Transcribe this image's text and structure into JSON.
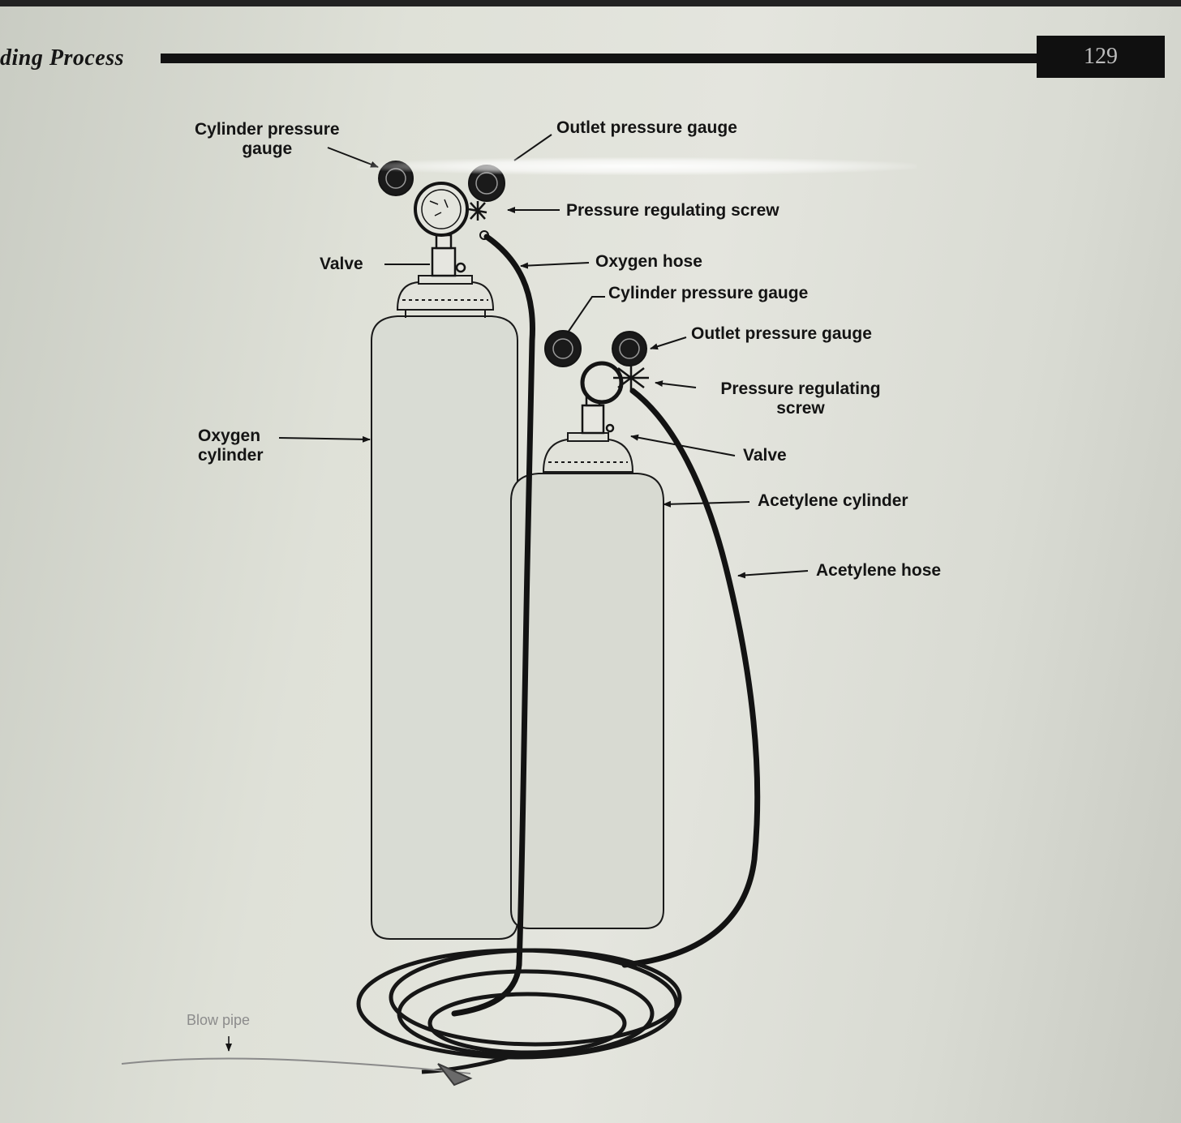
{
  "header": {
    "chapter_title": "ding Process",
    "page_number": "129"
  },
  "labels": {
    "oxy_cyl_gauge": "Cylinder pressure\ngauge",
    "oxy_outlet_gauge": "Outlet pressure gauge",
    "oxy_reg_screw": "Pressure regulating screw",
    "oxy_valve": "Valve",
    "oxygen_hose": "Oxygen hose",
    "ace_cyl_gauge": "Cylinder pressure gauge",
    "ace_outlet_gauge": "Outlet pressure gauge",
    "ace_reg_screw": "Pressure regulating\nscrew",
    "ace_valve": "Valve",
    "acetylene_cylinder": "Acetylene cylinder",
    "acetylene_hose": "Acetylene hose",
    "oxygen_cylinder": "Oxygen\ncylinder",
    "blow_pipe": "Blow pipe"
  },
  "colors": {
    "ink": "#141414",
    "page_band": "#121212"
  }
}
